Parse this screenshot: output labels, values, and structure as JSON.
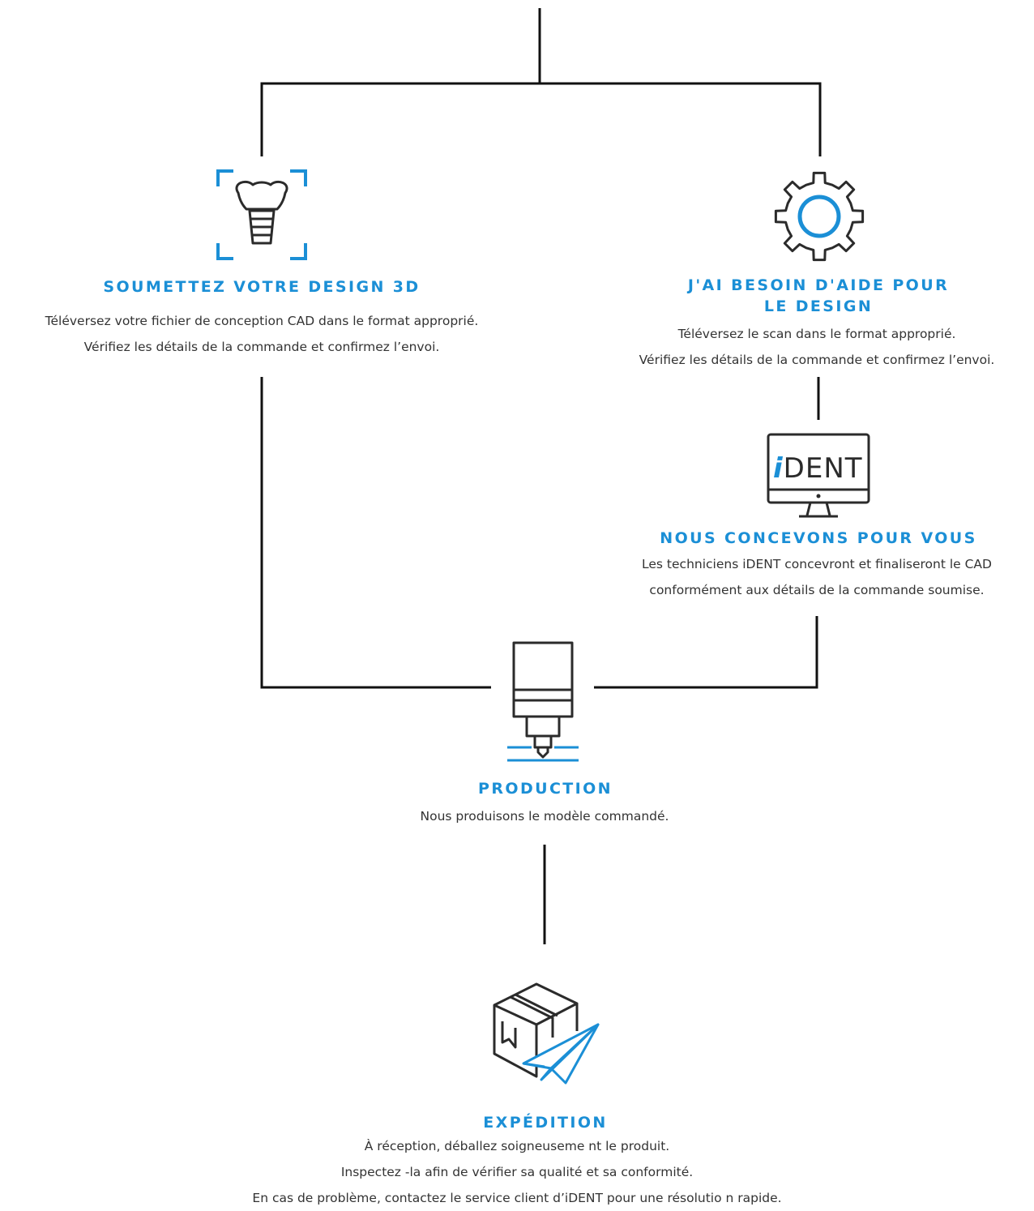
{
  "colors": {
    "accent": "#1b8fd6",
    "line": "#111111",
    "icon": "#2b2b2b",
    "text": "#333333"
  },
  "steps": {
    "submit": {
      "icon": "dental-implant-icon",
      "title": "SOUMETTEZ VOTRE DESIGN 3D",
      "desc": [
        "Téléversez votre fichier de conception CAD dans le format approprié.",
        "Vérifiez les détails de la commande et confirmez l’envoi."
      ]
    },
    "help": {
      "icon": "gear-icon",
      "title_lines": [
        "J'AI BESOIN D'AIDE POUR",
        "LE DESIGN"
      ],
      "desc": [
        "Téléversez le scan dans le format approprié.",
        "Vérifiez les détails de la commande et confirmez l’envoi."
      ]
    },
    "design": {
      "icon": "monitor-icon",
      "monitor_brand_prefix": "i",
      "monitor_brand_rest": "DENT",
      "title": "NOUS CONCEVONS POUR VOUS",
      "desc": [
        "Les techniciens iDENT concevront et finaliseront le CAD",
        "conformément aux détails de la commande soumise."
      ]
    },
    "production": {
      "icon": "milling-machine-icon",
      "title": "PRODUCTION",
      "desc": [
        "Nous produisons le modèle commandé."
      ]
    },
    "shipping": {
      "icon": "package-paper-plane-icon",
      "title": "EXPÉDITION",
      "desc": [
        "À réception, déballez soigneuseme nt le produit.",
        "Inspectez -la afin de vérifier sa qualité et sa conformité.",
        "En cas de problème, contactez le service client d’iDENT pour une résolutio n rapide."
      ]
    }
  }
}
